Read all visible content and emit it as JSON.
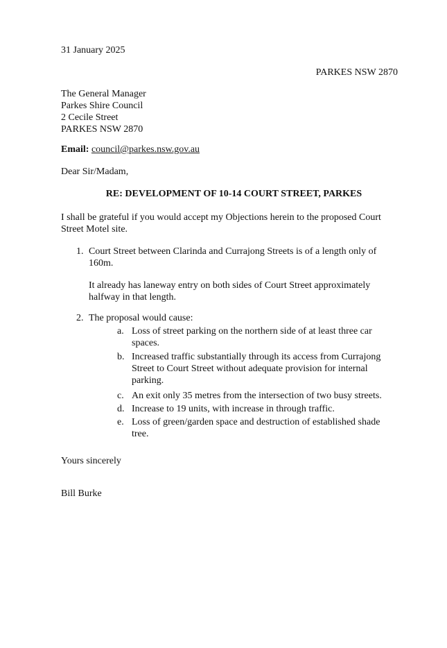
{
  "letter": {
    "date": "31 January 2025",
    "sender_town": "PARKES NSW 2870",
    "recipient_lines": [
      "The General Manager",
      "Parkes Shire Council",
      "2 Cecile Street",
      "PARKES NSW 2870"
    ],
    "email_label": "Email:",
    "email_address": "council@parkes.nsw.gov.au",
    "salutation": "Dear Sir/Madam,",
    "subject": "RE: DEVELOPMENT OF 10-14 COURT STREET, PARKES",
    "intro": "I shall be grateful if you would accept my Objections herein to the proposed Court Street Motel site.",
    "points": [
      {
        "number": "1.",
        "text": "Court Street between Clarinda and Currajong Streets is of a length only of 160m.",
        "note": "It already has laneway entry on both sides of Court Street approximately halfway in that length."
      },
      {
        "number": "2.",
        "text": "The proposal would cause:",
        "subitems": [
          {
            "letter": "a.",
            "text": "Loss of street parking on the northern side of at least three car spaces."
          },
          {
            "letter": "b.",
            "text": "Increased traffic substantially through its access from Currajong Street to Court Street without adequate provision for internal parking."
          },
          {
            "letter": "c.",
            "text": "An exit only 35 metres from the intersection of two busy streets."
          },
          {
            "letter": "d.",
            "text": "Increase to 19 units, with increase in through traffic."
          },
          {
            "letter": "e.",
            "text": "Loss of green/garden space and destruction of established shade tree."
          }
        ]
      }
    ],
    "closing": "Yours sincerely",
    "signature": "Bill Burke"
  }
}
